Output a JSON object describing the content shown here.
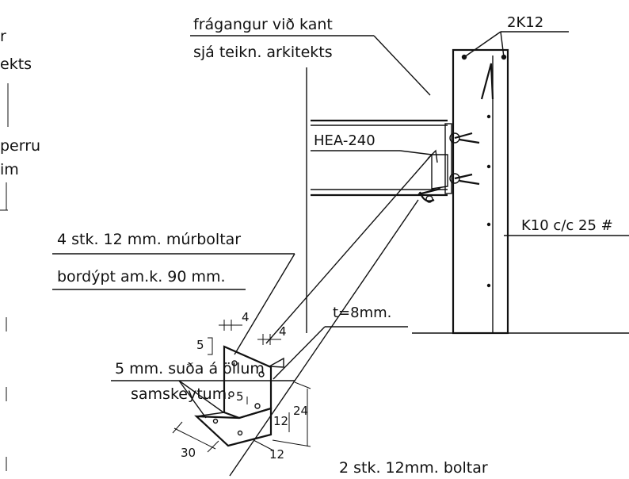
{
  "labels": {
    "edge_finish": "frágangur við kant",
    "see_architect": "sjá teikn. arkitekts",
    "rebar_top": "2K12",
    "beam": "HEA-240",
    "stirrups": "K10 c/c 25 #",
    "bolts_line1": "4 stk. 12 mm. múrboltar",
    "bolts_line2": "bordýpt am.k. 90 mm.",
    "thickness": "t=8mm.",
    "weld_line1": "5 mm. suða á öllum",
    "weld_line2": "samskeytum.",
    "bottom_bolts": "2 stk. 12mm. boltar"
  },
  "left_fragments": {
    "f1": "r",
    "f2": "ekts",
    "f3": "perru",
    "f4": "im"
  },
  "dimensions": {
    "d_top_1": "4",
    "d_top_2": "4",
    "d_side_5": "5",
    "d_inner_5": "5",
    "d_12_upper": "12",
    "d_24": "24",
    "d_12_lower": "12",
    "d_30": "30"
  }
}
